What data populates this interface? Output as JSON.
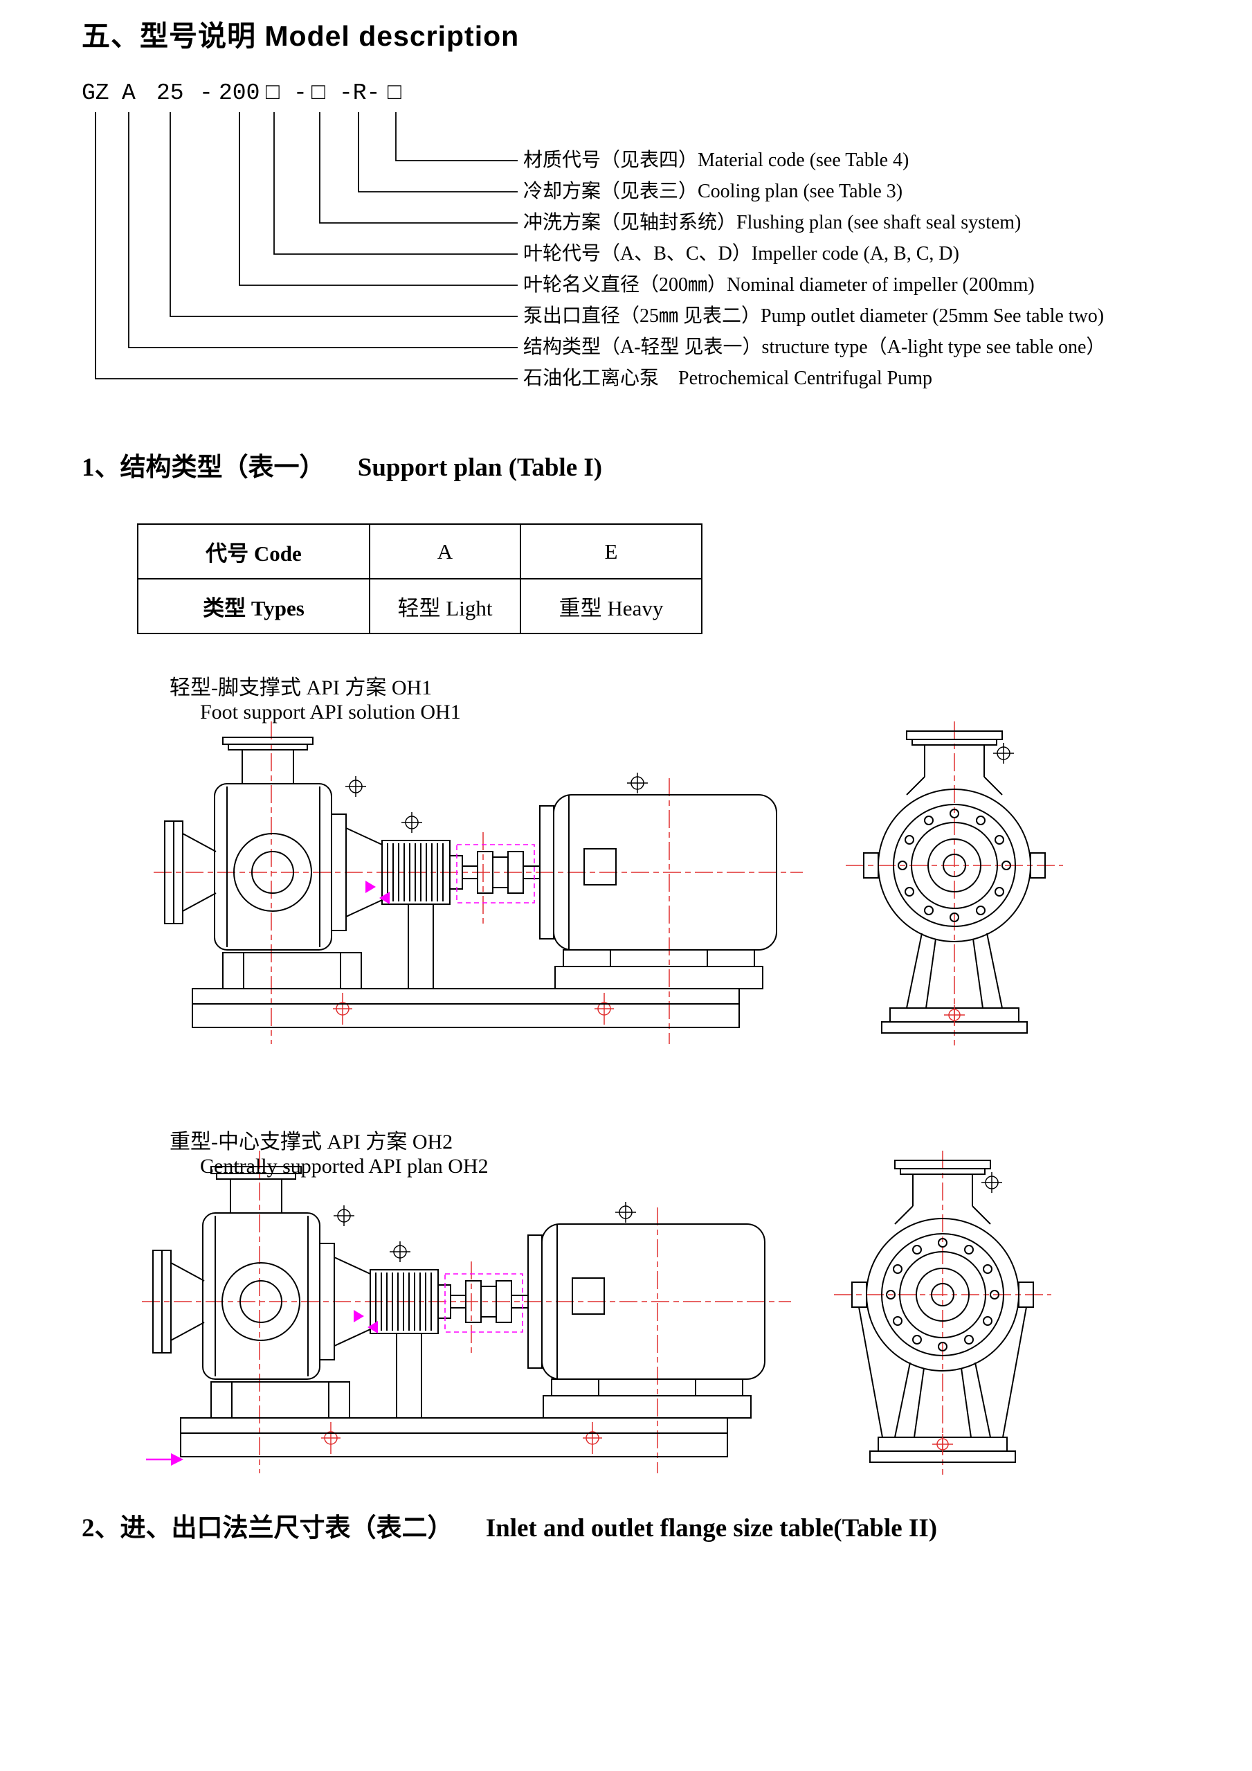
{
  "title": "五、型号说明 Model description",
  "model_code": {
    "tokens": [
      "GZ",
      "A",
      "25",
      "-",
      "200",
      "□",
      "-",
      "□",
      "-R-",
      "□"
    ],
    "callouts": [
      "材质代号（见表四）Material code (see Table 4)",
      "冷却方案（见表三）Cooling plan (see Table 3)",
      "冲洗方案（见轴封系统）Flushing plan (see shaft seal system)",
      "叶轮代号（A、B、C、D）Impeller code (A, B, C, D)",
      "叶轮名义直径（200㎜）Nominal diameter of impeller (200mm)",
      "泵出口直径（25㎜ 见表二）Pump outlet diameter (25mm See table two)",
      "结构类型（A-轻型 见表一）structure type（A-light type see table one）",
      "石油化工离心泵　Petrochemical Centrifugal Pump"
    ]
  },
  "section1": {
    "heading_zh": "1、结构类型（表一）",
    "heading_en": "Support plan (Table I)",
    "table": {
      "rows": [
        [
          "代号 Code",
          "A",
          "E"
        ],
        [
          "类型 Types",
          "轻型 Light",
          "重型 Heavy"
        ]
      ]
    },
    "caption_oh1_zh": "轻型-脚支撑式 API 方案 OH1",
    "caption_oh1_en": "Foot support API solution OH1",
    "caption_oh2_zh": "重型-中心支撑式 API 方案 OH2",
    "caption_oh2_en": "Centrally supported API plan OH2"
  },
  "section2": {
    "heading_zh": "2、进、出口法兰尺寸表（表二）",
    "heading_en": "Inlet and outlet flange size table(Table II)"
  },
  "colors": {
    "centerline_red": "#e03030",
    "highlight_magenta": "#ff00ff",
    "line_black": "#000000"
  }
}
